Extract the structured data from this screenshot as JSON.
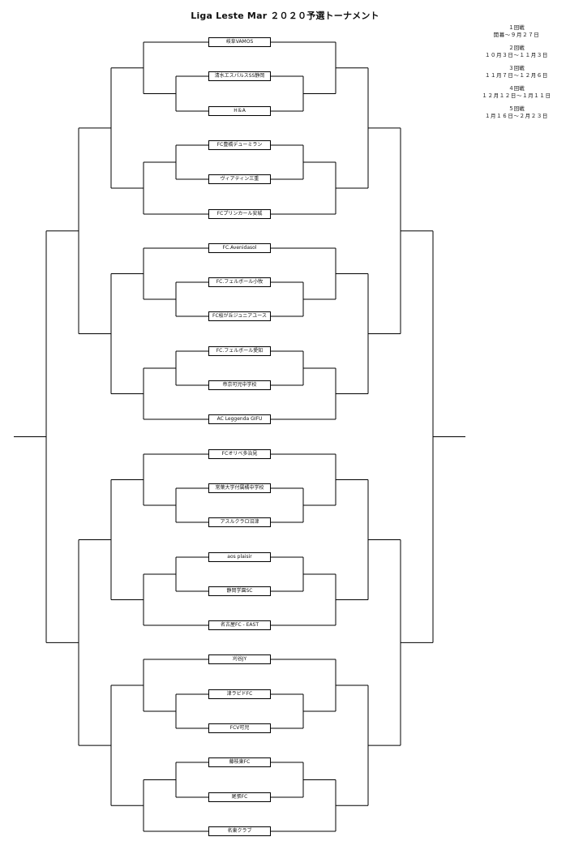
{
  "title": "Liga Leste Mar ２０２０予選トーナメント",
  "schedule": [
    {
      "round": "１回戦",
      "dates": "開幕～９月２７日"
    },
    {
      "round": "２回戦",
      "dates": "１０月３日～１１月３日"
    },
    {
      "round": "３回戦",
      "dates": "１１月７日～１２月６日"
    },
    {
      "round": "４回戦",
      "dates": "１２月１２日～１月１１日"
    },
    {
      "round": "５回戦",
      "dates": "１月１６日～２月２３日"
    }
  ],
  "teams": [
    "岐阜VAMOS",
    "清水エスパルスSS静岡",
    "H＆A",
    "FC豊橋デューミラン",
    "ヴィアティン三重",
    "FCプリンカール安城",
    "FC.Avenidasol",
    "FC.フェルボール小牧",
    "FC桜が丘ジュニアユース",
    "FC.フェルボール愛知",
    "帝京可児中学校",
    "AC Leggenda GIFU",
    "FCオリベ多治見",
    "常葉大学付属橘中学校",
    "アスルクラロ沼津",
    "aos plaisir",
    "静岡学園SC",
    "名古屋FC - EAST",
    "刈谷JY",
    "津ラピドFC",
    "FCV可児",
    "藤枝東FC",
    "尾張FC",
    "名東クラブ"
  ]
}
